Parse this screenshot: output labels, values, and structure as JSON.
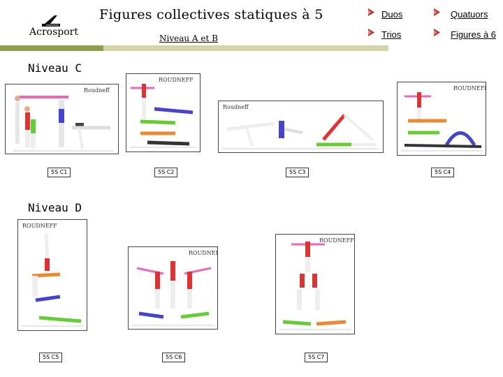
{
  "header": {
    "title": "Figures collectives statiques à 5",
    "brand": "Acrosport",
    "subtitle": "Niveau A et B"
  },
  "nav": {
    "links": [
      {
        "label": "Duos"
      },
      {
        "label": "Quatuors"
      },
      {
        "label": "Trios"
      },
      {
        "label": "Figures à 6"
      }
    ],
    "bullet_color": "#c0281f"
  },
  "colors": {
    "band_dark": "#8fa04a",
    "band_light": "#d6d6a4"
  },
  "sections": [
    {
      "heading": "Niveau C",
      "figures": [
        {
          "caption": "5S C1",
          "watermark": "Roudneff"
        },
        {
          "caption": "5S C2",
          "watermark": "ROUDNEFF"
        },
        {
          "caption": "5S C3",
          "watermark": "Roudneff"
        },
        {
          "caption": "5S C4",
          "watermark": "ROUDNEFF"
        }
      ]
    },
    {
      "heading": "Niveau D",
      "figures": [
        {
          "caption": "5S C5",
          "watermark": "ROUDNEFF"
        },
        {
          "caption": "5S C6",
          "watermark": "ROUDNEFF"
        },
        {
          "caption": "5S C7",
          "watermark": "ROUDNEFF"
        }
      ]
    }
  ]
}
